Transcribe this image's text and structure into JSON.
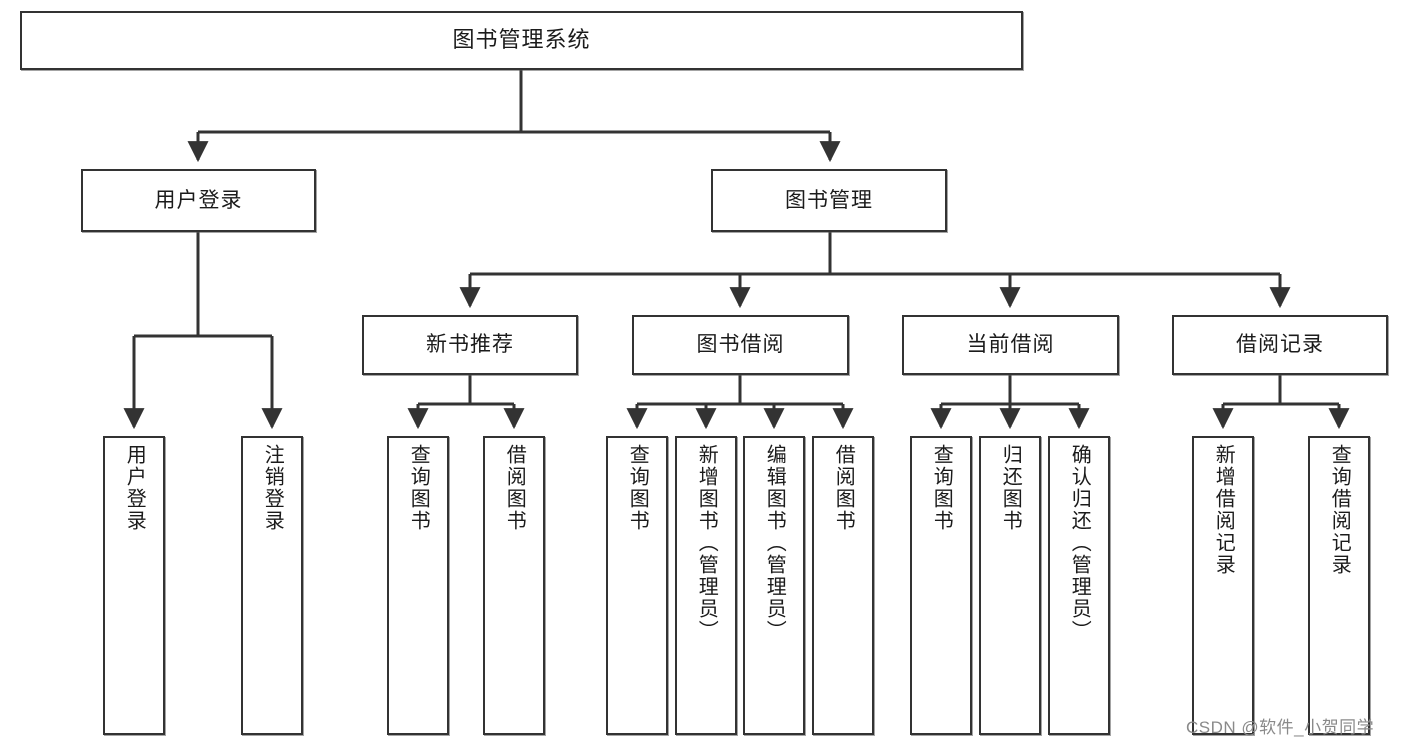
{
  "diagram": {
    "title": "图书管理系统",
    "type": "tree",
    "watermark": "CSDN @软件_小贺同学",
    "colors": {
      "box_border": "#333333",
      "box_fill": "#ffffff",
      "line": "#333333",
      "text": "#1b1b1b",
      "watermark": "#8a8a8a"
    },
    "levels": {
      "root": "图书管理系统",
      "level1": [
        "用户登录",
        "图书管理"
      ],
      "level2": [
        "新书推荐",
        "图书借阅",
        "当前借阅",
        "借阅记录"
      ],
      "level3": [
        "用户登录",
        "注销登录",
        "查询图书",
        "借阅图书",
        "查询图书",
        "新增图书（管理员）",
        "编辑图书（管理员）",
        "借阅图书",
        "查询图书",
        "归还图书",
        "确认归还（管理员）",
        "新增借阅记录",
        "查询借阅记录"
      ]
    },
    "nodes": {
      "root": {
        "label": "图书管理系统"
      },
      "user_login": {
        "label": "用户登录"
      },
      "book_manage": {
        "label": "图书管理"
      },
      "new_book_rec": {
        "label": "新书推荐"
      },
      "book_borrow": {
        "label": "图书借阅"
      },
      "current_borrow": {
        "label": "当前借阅"
      },
      "borrow_record": {
        "label": "借阅记录"
      },
      "leaf_user_login": {
        "label": "用户登录"
      },
      "leaf_logout": {
        "label": "注销登录"
      },
      "leaf_query_book_1": {
        "label": "查询图书"
      },
      "leaf_borrow_book_1": {
        "label": "借阅图书"
      },
      "leaf_query_book_2": {
        "label": "查询图书"
      },
      "leaf_add_book_admin": {
        "label": "新增图书（管理员）"
      },
      "leaf_edit_book_admin": {
        "label": "编辑图书（管理员）"
      },
      "leaf_borrow_book_2": {
        "label": "借阅图书"
      },
      "leaf_query_book_3": {
        "label": "查询图书"
      },
      "leaf_return_book": {
        "label": "归还图书"
      },
      "leaf_confirm_return_admin": {
        "label": "确认归还（管理员）"
      },
      "leaf_add_borrow_record": {
        "label": "新增借阅记录"
      },
      "leaf_query_borrow_record": {
        "label": "查询借阅记录"
      }
    },
    "edges": [
      {
        "from": "root",
        "to": "user_login"
      },
      {
        "from": "root",
        "to": "book_manage"
      },
      {
        "from": "user_login",
        "to": "leaf_user_login"
      },
      {
        "from": "user_login",
        "to": "leaf_logout"
      },
      {
        "from": "book_manage",
        "to": "new_book_rec"
      },
      {
        "from": "book_manage",
        "to": "book_borrow"
      },
      {
        "from": "book_manage",
        "to": "current_borrow"
      },
      {
        "from": "book_manage",
        "to": "borrow_record"
      },
      {
        "from": "new_book_rec",
        "to": "leaf_query_book_1"
      },
      {
        "from": "new_book_rec",
        "to": "leaf_borrow_book_1"
      },
      {
        "from": "book_borrow",
        "to": "leaf_query_book_2"
      },
      {
        "from": "book_borrow",
        "to": "leaf_add_book_admin"
      },
      {
        "from": "book_borrow",
        "to": "leaf_edit_book_admin"
      },
      {
        "from": "book_borrow",
        "to": "leaf_borrow_book_2"
      },
      {
        "from": "current_borrow",
        "to": "leaf_query_book_3"
      },
      {
        "from": "current_borrow",
        "to": "leaf_return_book"
      },
      {
        "from": "current_borrow",
        "to": "leaf_confirm_return_admin"
      },
      {
        "from": "borrow_record",
        "to": "leaf_add_borrow_record"
      },
      {
        "from": "borrow_record",
        "to": "leaf_query_borrow_record"
      }
    ]
  }
}
